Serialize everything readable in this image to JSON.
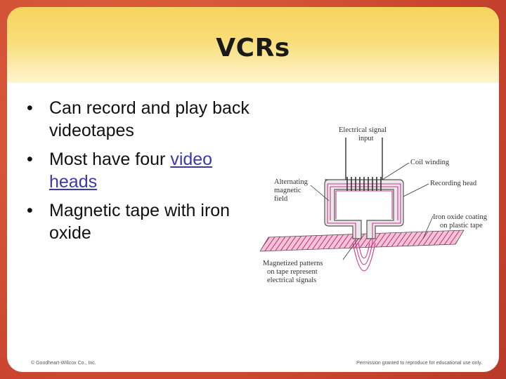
{
  "slide": {
    "title": "VCRs",
    "bullets": [
      {
        "text": "Can record and play back videotapes"
      },
      {
        "pre": "Most have four ",
        "link": "video heads"
      },
      {
        "text": "Magnetic tape with iron oxide"
      }
    ]
  },
  "diagram": {
    "labels": {
      "signal_input_1": "Electrical signal",
      "signal_input_2": "input",
      "coil_winding": "Coil winding",
      "recording_head": "Recording head",
      "alt_field_1": "Alternating",
      "alt_field_2": "magnetic",
      "alt_field_3": "field",
      "iron_oxide_1": "Iron oxide coating",
      "iron_oxide_2": "on plastic tape",
      "patterns_1": "Magnetized patterns",
      "patterns_2": "on tape represent",
      "patterns_3": "electrical signals"
    }
  },
  "footer": {
    "left": "© Goodheart-Willcox Co., Inc.",
    "right": "Permission granted to reproduce for educational use only."
  },
  "colors": {
    "border": "#d2503a",
    "title_band": "#f8dd78",
    "link": "#3a3aa8",
    "field_lines": "#d2338a",
    "tape": "#e07aa8"
  }
}
